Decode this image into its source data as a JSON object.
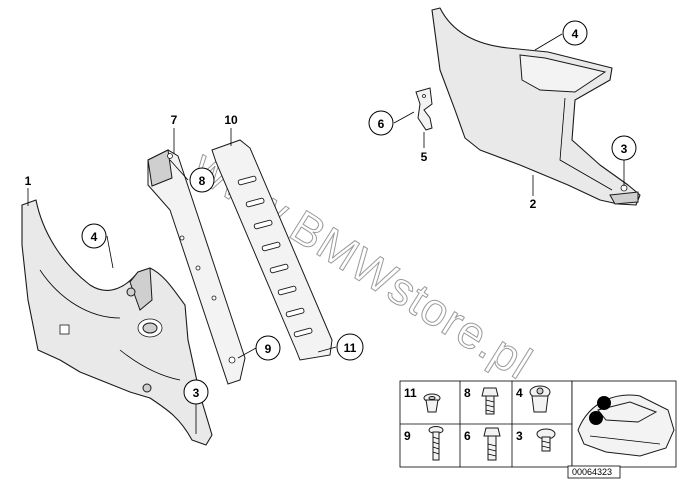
{
  "watermark": "www.BMWstore.pl",
  "callouts": {
    "part1": "1",
    "part2": "2",
    "part3_left": "3",
    "part3_right": "3",
    "part4_left": "4",
    "part4_right": "4",
    "part5": "5",
    "part6": "6",
    "part7": "7",
    "part8": "8",
    "part9": "9",
    "part10": "10",
    "part11": "11"
  },
  "legend": {
    "cells": [
      "11",
      "8",
      "4",
      "9",
      "6",
      "3"
    ]
  },
  "diagram_code": "00064323"
}
